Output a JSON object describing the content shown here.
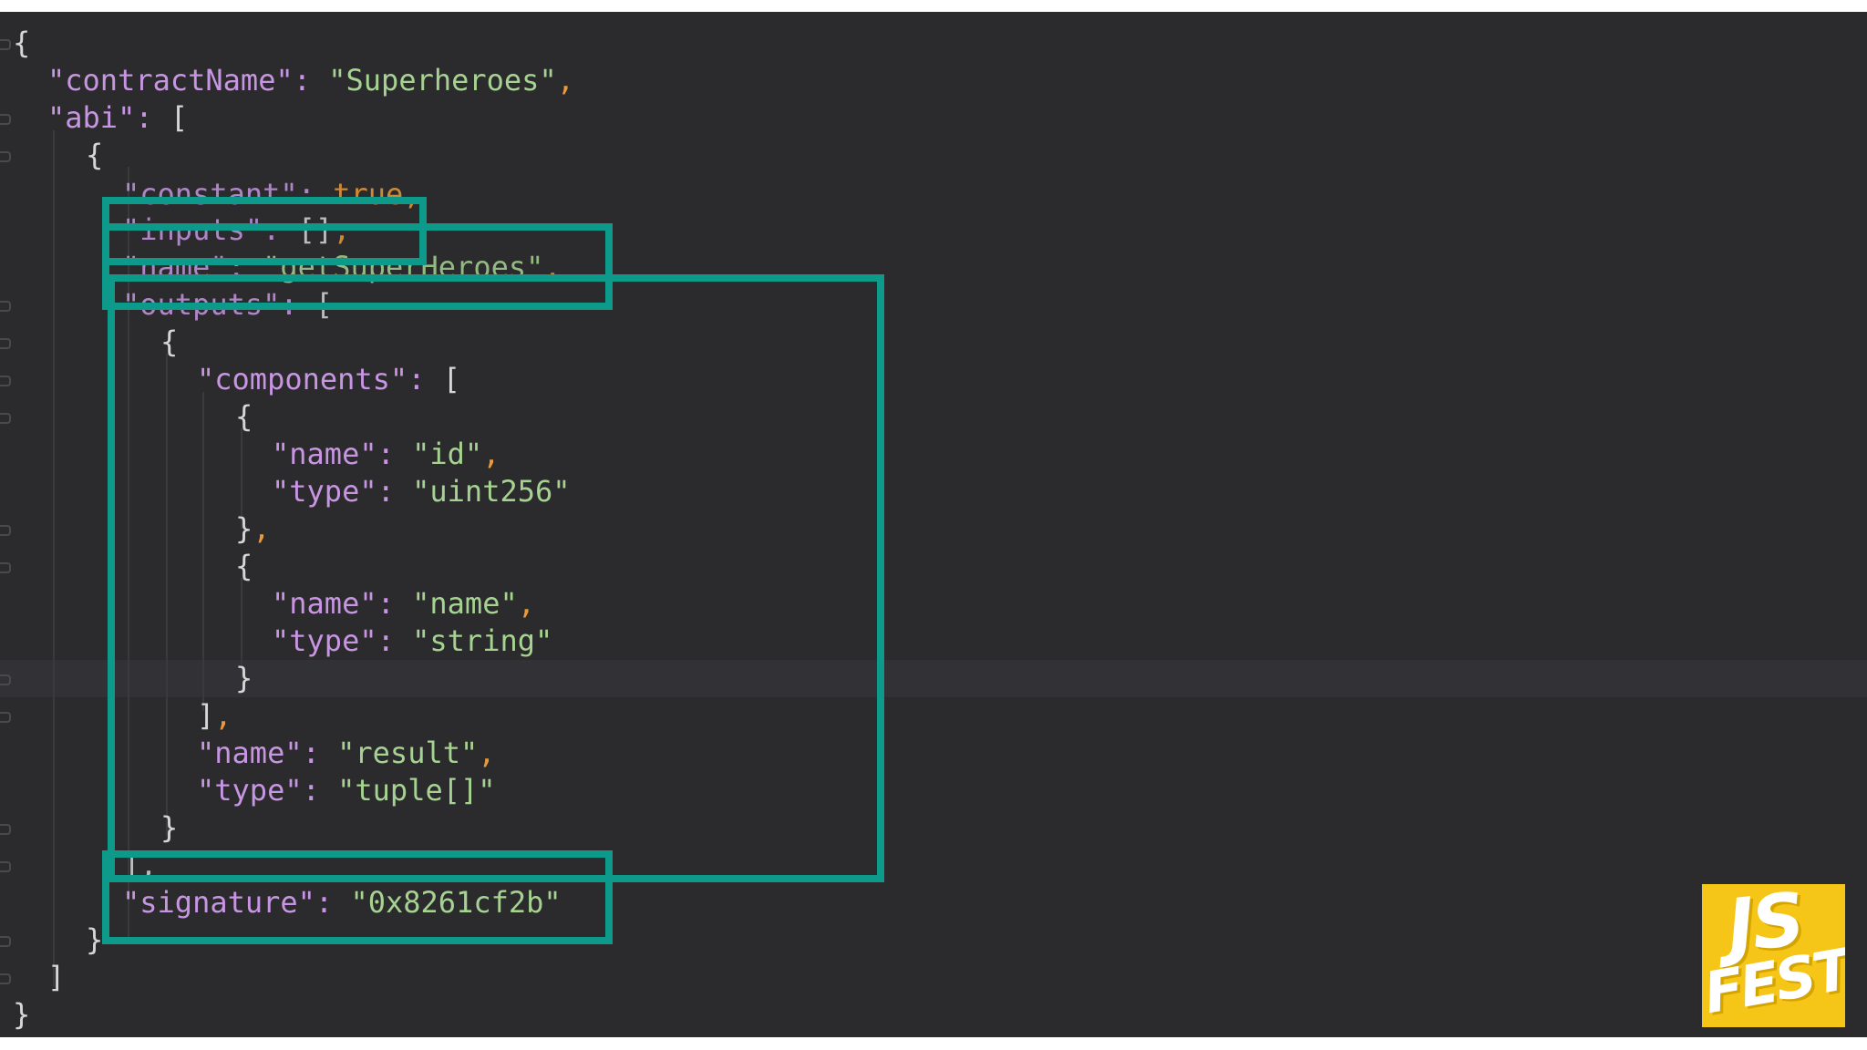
{
  "code": {
    "l01": {
      "t0": "{"
    },
    "l02": {
      "t0": "\"contractName\"",
      "t1": ": ",
      "t2": "\"Superheroes\"",
      "t3": ","
    },
    "l03": {
      "t0": "\"abi\"",
      "t1": ": ",
      "t2": "["
    },
    "l04": {
      "t0": "{"
    },
    "l05": {
      "t0": "\"constant\"",
      "t1": ": ",
      "t2": "true",
      "t3": ","
    },
    "l06": {
      "t0": "\"inputs\"",
      "t1": ": ",
      "t2": "[]",
      "t3": ","
    },
    "l07": {
      "t0": "\"name\"",
      "t1": ": ",
      "t2": "\"getSuperHeroes\"",
      "t3": ","
    },
    "l08": {
      "t0": "\"outputs\"",
      "t1": ": ",
      "t2": "["
    },
    "l09": {
      "t0": "{"
    },
    "l10": {
      "t0": "\"components\"",
      "t1": ": ",
      "t2": "["
    },
    "l11": {
      "t0": "{"
    },
    "l12": {
      "t0": "\"name\"",
      "t1": ": ",
      "t2": "\"id\"",
      "t3": ","
    },
    "l13": {
      "t0": "\"type\"",
      "t1": ": ",
      "t2": "\"uint256\""
    },
    "l14": {
      "t0": "}",
      "t1": ","
    },
    "l15": {
      "t0": "{"
    },
    "l16": {
      "t0": "\"name\"",
      "t1": ": ",
      "t2": "\"name\"",
      "t3": ","
    },
    "l17": {
      "t0": "\"type\"",
      "t1": ": ",
      "t2": "\"string\""
    },
    "l18": {
      "t0": "}"
    },
    "l19": {
      "t0": "]",
      "t1": ","
    },
    "l20": {
      "t0": "\"name\"",
      "t1": ": ",
      "t2": "\"result\"",
      "t3": ","
    },
    "l21": {
      "t0": "\"type\"",
      "t1": ": ",
      "t2": "\"tuple[]\""
    },
    "l22": {
      "t0": "}"
    },
    "l23": {
      "t0": "],"
    },
    "l24": {
      "t0": "\"signature\"",
      "t1": ": ",
      "t2": "\"0x8261cf2b\""
    },
    "l25": {
      "t0": "}"
    },
    "l26": {
      "t0": "]"
    },
    "l27": {
      "t0": "}"
    }
  },
  "logo": {
    "line1": "JS",
    "line2": "FEST"
  },
  "colors": {
    "background": "#2b2b2d",
    "key": "#c795e2",
    "string": "#a6d391",
    "punctuation": "#d6d6d6",
    "comma_keyword": "#e89a3c",
    "highlight_box": "#0e9a8a",
    "logo_bg": "#f5c518"
  }
}
